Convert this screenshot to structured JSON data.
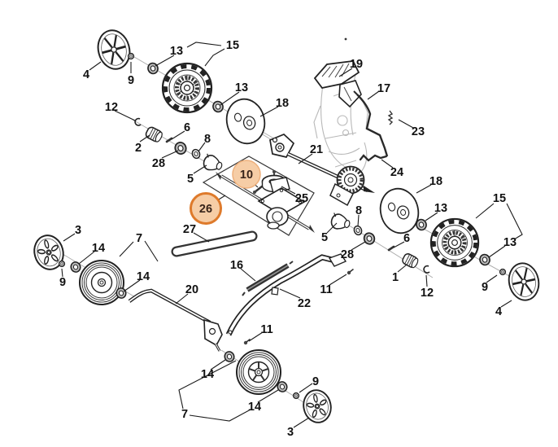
{
  "diagram": {
    "type": "exploded-parts-diagram",
    "subject": "lawn mower chassis - wheels, axles and drive assembly",
    "colors": {
      "line": "#222222",
      "leader": "#1a1a1a",
      "light_sketch": "#b8b8b8",
      "highlight_ring": "#de7a2b",
      "highlight_fill": "#f6cda6"
    },
    "highlighted_parts": [
      "10",
      "26"
    ],
    "labels": [
      {
        "text": "4",
        "highlighted": false
      },
      {
        "text": "9",
        "highlighted": false
      },
      {
        "text": "13",
        "highlighted": false
      },
      {
        "text": "15",
        "highlighted": false
      },
      {
        "text": "13",
        "highlighted": false
      },
      {
        "text": "18",
        "highlighted": false
      },
      {
        "text": "12",
        "highlighted": false
      },
      {
        "text": "2",
        "highlighted": false
      },
      {
        "text": "6",
        "highlighted": false
      },
      {
        "text": "28",
        "highlighted": false
      },
      {
        "text": "8",
        "highlighted": false
      },
      {
        "text": "5",
        "highlighted": false
      },
      {
        "text": "10",
        "highlighted": true
      },
      {
        "text": "26",
        "highlighted": true
      },
      {
        "text": "25",
        "highlighted": false
      },
      {
        "text": "27",
        "highlighted": false
      },
      {
        "text": "21",
        "highlighted": false
      },
      {
        "text": "19",
        "highlighted": false
      },
      {
        "text": "17",
        "highlighted": false
      },
      {
        "text": "23",
        "highlighted": false
      },
      {
        "text": "24",
        "highlighted": false
      },
      {
        "text": "18",
        "highlighted": false
      },
      {
        "text": "13",
        "highlighted": false
      },
      {
        "text": "15",
        "highlighted": false
      },
      {
        "text": "13",
        "highlighted": false
      },
      {
        "text": "9",
        "highlighted": false
      },
      {
        "text": "4",
        "highlighted": false
      },
      {
        "text": "8",
        "highlighted": false
      },
      {
        "text": "5",
        "highlighted": false
      },
      {
        "text": "28",
        "highlighted": false
      },
      {
        "text": "6",
        "highlighted": false
      },
      {
        "text": "1",
        "highlighted": false
      },
      {
        "text": "12",
        "highlighted": false
      },
      {
        "text": "3",
        "highlighted": false
      },
      {
        "text": "14",
        "highlighted": false
      },
      {
        "text": "7",
        "highlighted": false
      },
      {
        "text": "14",
        "highlighted": false
      },
      {
        "text": "9",
        "highlighted": false
      },
      {
        "text": "20",
        "highlighted": false
      },
      {
        "text": "16",
        "highlighted": false
      },
      {
        "text": "22",
        "highlighted": false
      },
      {
        "text": "11",
        "highlighted": false
      },
      {
        "text": "11",
        "highlighted": false
      },
      {
        "text": "14",
        "highlighted": false
      },
      {
        "text": "9",
        "highlighted": false
      },
      {
        "text": "14",
        "highlighted": false
      },
      {
        "text": "7",
        "highlighted": false
      },
      {
        "text": "3",
        "highlighted": false
      }
    ]
  }
}
